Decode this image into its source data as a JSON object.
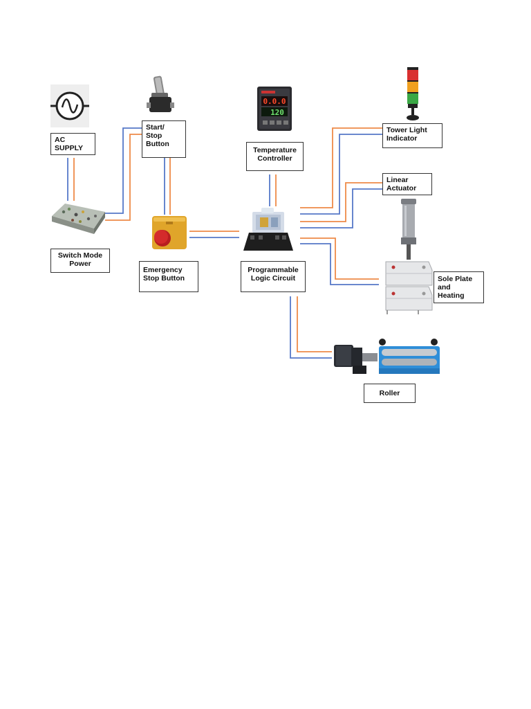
{
  "labels": {
    "ac_supply": "AC\nSUPPLY",
    "start_stop": "Start/\nStop\nButton",
    "temperature_controller": "Temperature\nController",
    "tower_light": "Tower Light\nIndicator",
    "linear_actuator": "Linear\nActuator",
    "switch_mode_power": "Switch Mode\nPower",
    "emergency_stop": "Emergency\nStop Button",
    "plc": "Programmable\nLogic Circuit",
    "sole_plate": "Sole Plate\nand\nHeating",
    "roller": "Roller"
  },
  "temp_display": {
    "top": "0.0.0",
    "bottom": "120"
  },
  "colors": {
    "wire_orange": "#ee8a48",
    "wire_blue": "#5578c8",
    "estop_box": "#e0a52a",
    "estop_button": "#d42b2b",
    "roller_blue": "#2f8ed8",
    "motor_dark": "#2a2d33",
    "tower_red": "#d93030",
    "tower_orange": "#f0a020",
    "tower_green": "#3aa845"
  }
}
